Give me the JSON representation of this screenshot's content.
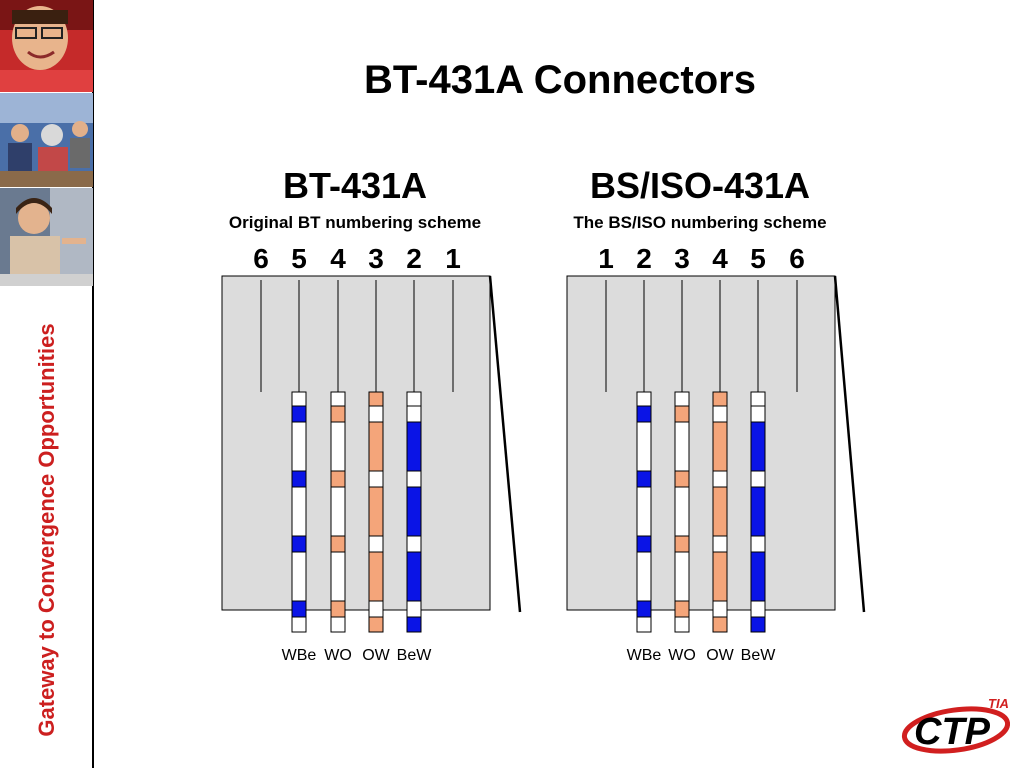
{
  "slide": {
    "title": "BT-431A Connectors",
    "sidebar_text": "Gateway to Convergence Opportunities",
    "logo": {
      "text": "CTP",
      "superscript": "TIA",
      "color": "#d11f1f"
    },
    "colors": {
      "blue": "#0a14e6",
      "orange": "#f4a57a",
      "panel": "#dcdcdc",
      "accent": "#cc1f1f"
    }
  },
  "connectors": [
    {
      "title": "BT-431A",
      "subtitle": "Original BT numbering scheme",
      "pin_numbers": [
        "6",
        "5",
        "4",
        "3",
        "2",
        "1"
      ],
      "wire_labels": [
        "WBe",
        "WO",
        "OW",
        "BeW"
      ],
      "wire_pins": [
        "5",
        "4",
        "3",
        "2"
      ]
    },
    {
      "title": "BS/ISO-431A",
      "subtitle": "The BS/ISO numbering scheme",
      "pin_numbers": [
        "1",
        "2",
        "3",
        "4",
        "5",
        "6"
      ],
      "wire_labels": [
        "WBe",
        "WO",
        "OW",
        "BeW"
      ],
      "wire_pins": [
        "2",
        "3",
        "4",
        "5"
      ]
    }
  ]
}
